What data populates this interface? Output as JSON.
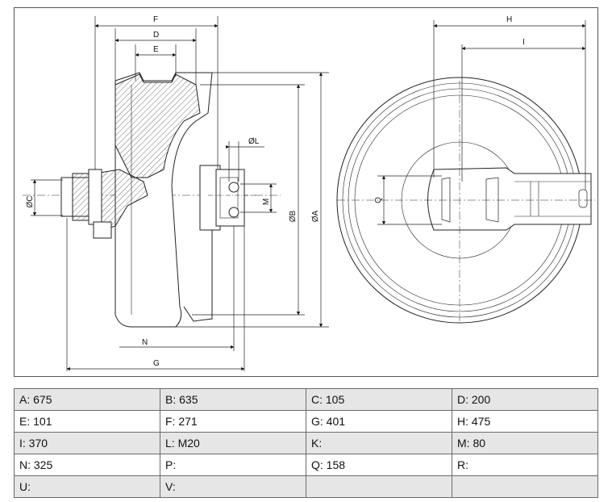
{
  "drawing": {
    "labels": {
      "F": "F",
      "D": "D",
      "E": "E",
      "H": "H",
      "I": "I",
      "OL": "ØL",
      "OC": "ØC",
      "M": "M",
      "OB": "ØB",
      "OA": "ØA",
      "N": "N",
      "G": "G",
      "Q": "Q"
    }
  },
  "specs": [
    [
      {
        "label": "A: 675"
      },
      {
        "label": "B: 635"
      },
      {
        "label": "C: 105"
      },
      {
        "label": "D: 200"
      }
    ],
    [
      {
        "label": "E: 101"
      },
      {
        "label": "F: 271"
      },
      {
        "label": "G: 401"
      },
      {
        "label": "H: 475"
      }
    ],
    [
      {
        "label": "I: 370"
      },
      {
        "label": "L: M20"
      },
      {
        "label": "K:"
      },
      {
        "label": "M: 80"
      }
    ],
    [
      {
        "label": "N: 325"
      },
      {
        "label": "P:"
      },
      {
        "label": "Q: 158"
      },
      {
        "label": "R:"
      }
    ],
    [
      {
        "label": "U:"
      },
      {
        "label": "V:"
      },
      {
        "label": ""
      },
      {
        "label": ""
      }
    ]
  ]
}
